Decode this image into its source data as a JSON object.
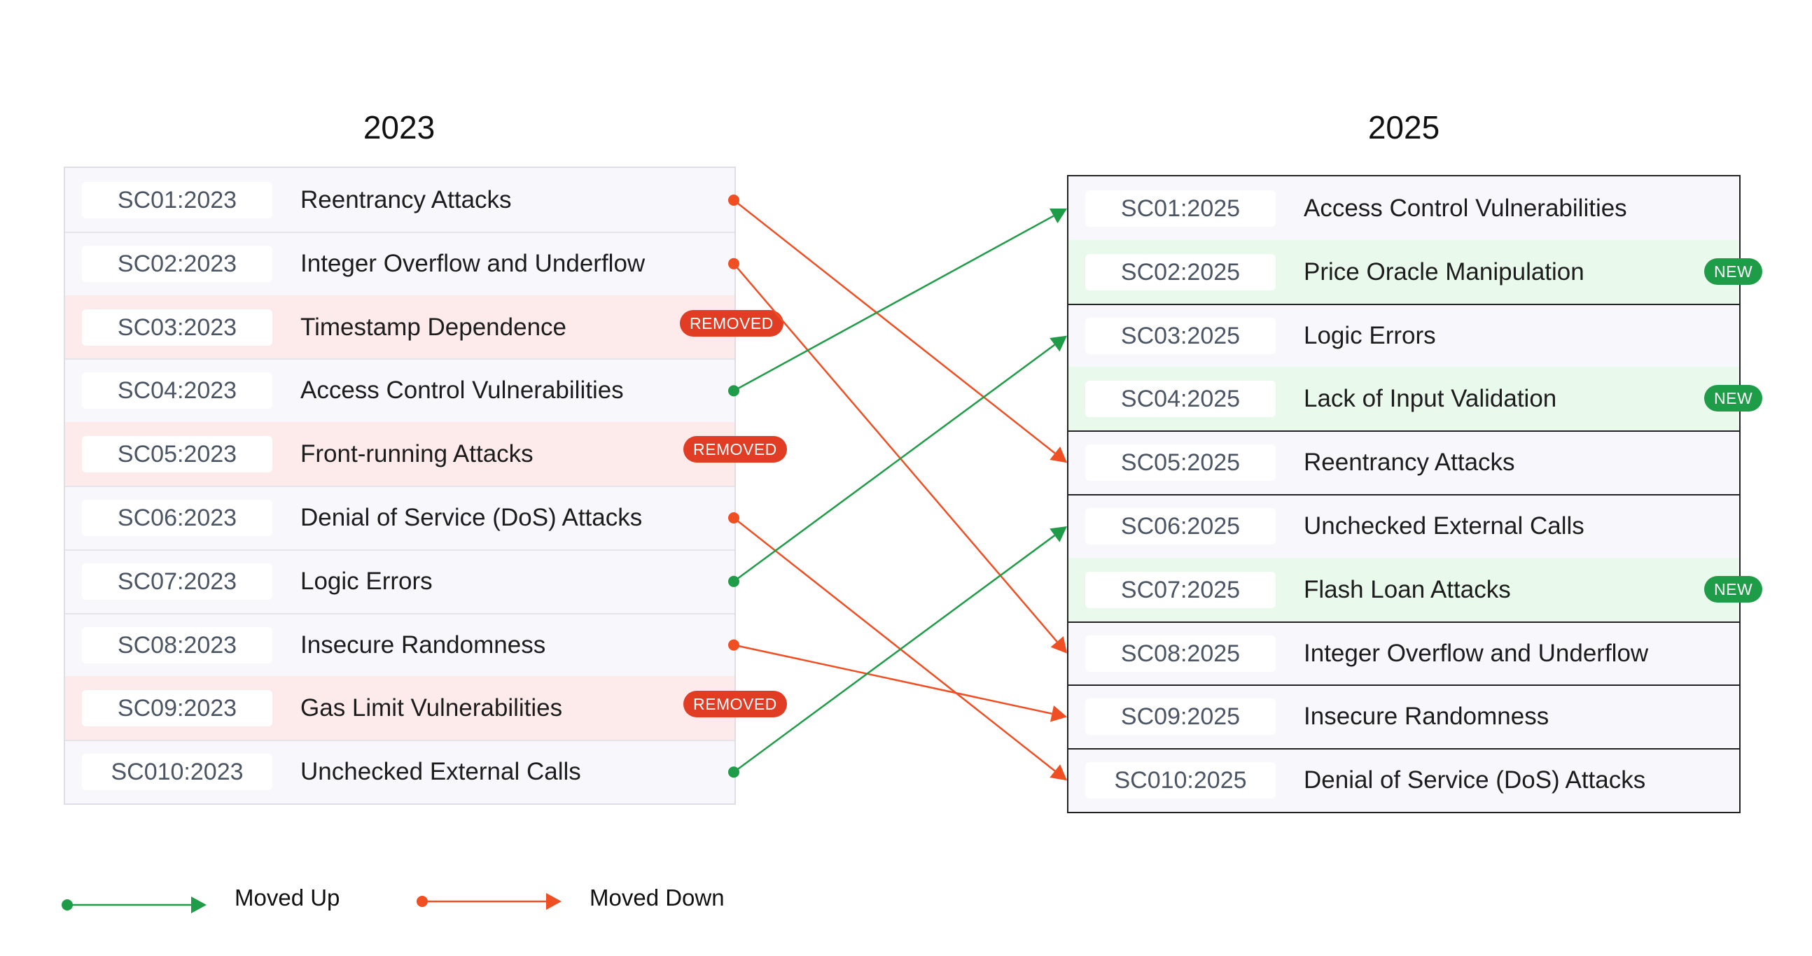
{
  "left_title": "2023",
  "right_title": "2025",
  "left_rows": [
    {
      "code": "SC01:2023",
      "title": "Reentrancy Attacks",
      "status": "moved-down",
      "badge": ""
    },
    {
      "code": "SC02:2023",
      "title": "Integer Overflow and Underflow",
      "status": "moved-down",
      "badge": ""
    },
    {
      "code": "SC03:2023",
      "title": "Timestamp Dependence",
      "status": "removed",
      "badge": "REMOVED"
    },
    {
      "code": "SC04:2023",
      "title": "Access Control Vulnerabilities",
      "status": "moved-up",
      "badge": ""
    },
    {
      "code": "SC05:2023",
      "title": "Front-running Attacks",
      "status": "removed",
      "badge": "REMOVED"
    },
    {
      "code": "SC06:2023",
      "title": "Denial of Service (DoS) Attacks",
      "status": "moved-down",
      "badge": ""
    },
    {
      "code": "SC07:2023",
      "title": "Logic Errors",
      "status": "moved-up",
      "badge": ""
    },
    {
      "code": "SC08:2023",
      "title": "Insecure Randomness",
      "status": "moved-down",
      "badge": ""
    },
    {
      "code": "SC09:2023",
      "title": "Gas Limit Vulnerabilities",
      "status": "removed",
      "badge": "REMOVED"
    },
    {
      "code": "SC010:2023",
      "title": "Unchecked External Calls",
      "status": "moved-up",
      "badge": ""
    }
  ],
  "right_rows": [
    {
      "code": "SC01:2025",
      "title": "Access Control Vulnerabilities",
      "status": "",
      "badge": ""
    },
    {
      "code": "SC02:2025",
      "title": "Price Oracle Manipulation",
      "status": "new",
      "badge": "NEW"
    },
    {
      "code": "SC03:2025",
      "title": "Logic Errors",
      "status": "",
      "badge": ""
    },
    {
      "code": "SC04:2025",
      "title": "Lack of Input Validation",
      "status": "new",
      "badge": "NEW"
    },
    {
      "code": "SC05:2025",
      "title": "Reentrancy Attacks",
      "status": "",
      "badge": ""
    },
    {
      "code": "SC06:2025",
      "title": "Unchecked External Calls",
      "status": "",
      "badge": ""
    },
    {
      "code": "SC07:2025",
      "title": "Flash Loan Attacks",
      "status": "new",
      "badge": "NEW"
    },
    {
      "code": "SC08:2025",
      "title": "Integer Overflow and Underflow",
      "status": "",
      "badge": ""
    },
    {
      "code": "SC09:2025",
      "title": "Insecure Randomness",
      "status": "",
      "badge": ""
    },
    {
      "code": "SC010:2025",
      "title": "Denial of Service (DoS) Attacks",
      "status": "",
      "badge": ""
    }
  ],
  "moves": [
    {
      "from": 1,
      "to": 5,
      "direction": "down"
    },
    {
      "from": 2,
      "to": 8,
      "direction": "down"
    },
    {
      "from": 4,
      "to": 1,
      "direction": "up"
    },
    {
      "from": 6,
      "to": 10,
      "direction": "down"
    },
    {
      "from": 7,
      "to": 3,
      "direction": "up"
    },
    {
      "from": 8,
      "to": 9,
      "direction": "down"
    },
    {
      "from": 10,
      "to": 6,
      "direction": "up"
    }
  ],
  "legend": {
    "up_label": "Moved Up",
    "down_label": "Moved Down"
  },
  "colors": {
    "up": "#1f9c47",
    "down": "#f04e23",
    "removed_bg": "#fdebeb",
    "new_bg": "#e9f9ec",
    "removed_badge": "#e03d24",
    "new_badge": "#1f9c47"
  }
}
